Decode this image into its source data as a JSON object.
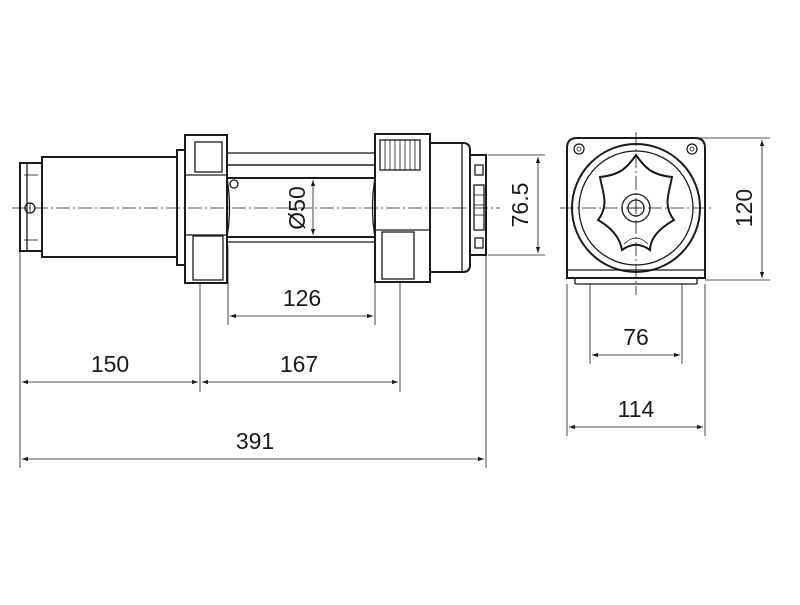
{
  "drawing": {
    "side_view": {
      "dim_motor_length": "150",
      "dim_drum_mount": "167",
      "dim_drum_length": "126",
      "dim_drum_diameter": "Ø50",
      "dim_total_length": "391",
      "dim_gear_height": "76.5"
    },
    "end_view": {
      "dim_height": "120",
      "dim_bolt_spacing": "76",
      "dim_width": "114"
    },
    "line_color": "#1a1a1a",
    "background": "#ffffff"
  }
}
